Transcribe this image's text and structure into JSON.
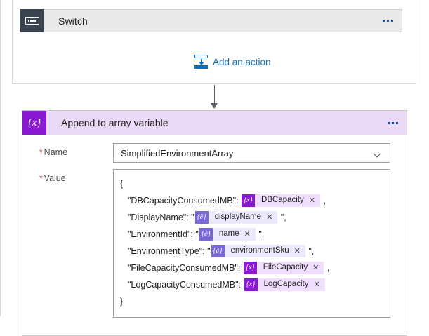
{
  "canvas": {
    "connector_top_icon": "down-arrow",
    "connector_mid_icon": "down-arrow"
  },
  "switch_card": {
    "title": "Switch",
    "icon": "switch-icon",
    "overflow_icon": "ellipsis-icon"
  },
  "add_action": {
    "label": "Add an action",
    "icon": "insert-action-icon"
  },
  "append_card": {
    "title": "Append to array variable",
    "icon": "variable-braces-icon",
    "overflow_icon": "ellipsis-icon",
    "name_field": {
      "label": "Name",
      "required_marker": "*",
      "value": "SimplifiedEnvironmentArray",
      "dropdown_icon": "chevron-down-icon"
    },
    "value_field": {
      "label": "Value",
      "required_marker": "*",
      "lines": [
        {
          "type": "plain",
          "text": "{",
          "indent": false
        },
        {
          "type": "token-line",
          "indent": true,
          "prefix": "\"DBCapacityConsumedMB\": ",
          "token": {
            "kind": "variable",
            "icon": "{x}",
            "label": "DBCapacity",
            "remove_icon": "close-icon"
          },
          "suffix": ","
        },
        {
          "type": "token-line",
          "indent": true,
          "prefix": "\"DisplayName\": \"",
          "token": {
            "kind": "expression",
            "icon": "{∂}",
            "label": "displayName",
            "remove_icon": "close-icon"
          },
          "suffix": "\","
        },
        {
          "type": "token-line",
          "indent": true,
          "prefix": "\"EnvironmentId\": \"",
          "token": {
            "kind": "expression",
            "icon": "{∂}",
            "label": "name",
            "remove_icon": "close-icon"
          },
          "suffix": "\","
        },
        {
          "type": "token-line",
          "indent": true,
          "prefix": "\"EnvironmentType\": \"",
          "token": {
            "kind": "expression",
            "icon": "{∂}",
            "label": "environmentSku",
            "remove_icon": "close-icon"
          },
          "suffix": "\","
        },
        {
          "type": "token-line",
          "indent": true,
          "prefix": "\"FileCapacityConsumedMB\": ",
          "token": {
            "kind": "variable",
            "icon": "{x}",
            "label": "FileCapacity",
            "remove_icon": "close-icon"
          },
          "suffix": ","
        },
        {
          "type": "token-line",
          "indent": true,
          "prefix": "\"LogCapacityConsumedMB\": ",
          "token": {
            "kind": "variable",
            "icon": "{x}",
            "label": "LogCapacity",
            "remove_icon": "close-icon"
          },
          "suffix": ""
        },
        {
          "type": "plain",
          "text": "}",
          "indent": false
        }
      ]
    }
  },
  "colors": {
    "variable_token": "#8a19d2",
    "expression_token": "#7a68d9",
    "append_header_bg": "#ead9f7",
    "switch_icon_bg": "#3b4350",
    "link_blue": "#0f6cbd",
    "required_red": "#d13438"
  }
}
